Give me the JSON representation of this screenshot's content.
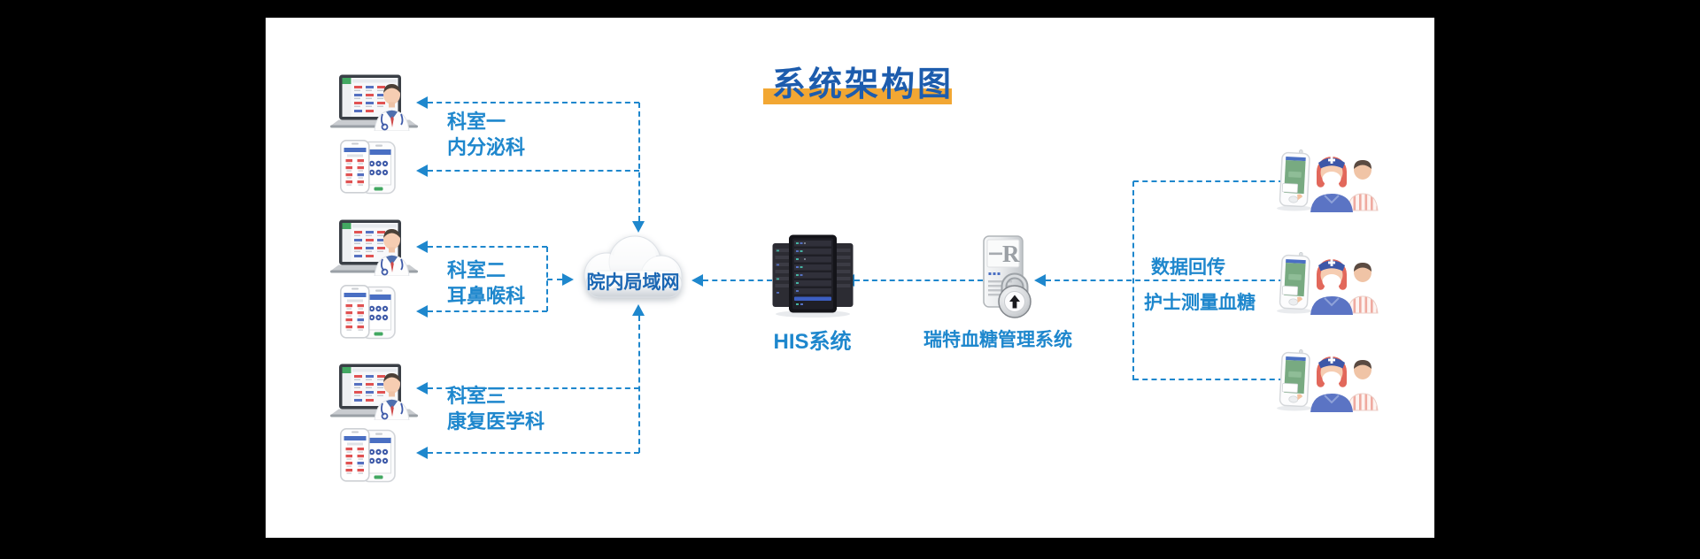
{
  "diagram": {
    "title": "系统架构图",
    "departments": [
      {
        "name": "科室一",
        "specialty": "内分泌科"
      },
      {
        "name": "科室二",
        "specialty": "耳鼻喉科"
      },
      {
        "name": "科室三",
        "specialty": "康复医学科"
      }
    ],
    "network": {
      "label": "院内局域网"
    },
    "his": {
      "label": "HIS系统"
    },
    "glucose_system": {
      "label": "瑞特血糖管理系统",
      "logo_letter": "R"
    },
    "nursing": {
      "line1": "数据回传",
      "line2": "护士测量血糖"
    },
    "colors": {
      "title_text": "#1d5cad",
      "title_highlight": "#f2a733",
      "label_blue": "#1e87cd",
      "connector_blue": "#1e87cd",
      "canvas": "#ffffff",
      "background": "#000000"
    },
    "icons": {
      "department_workstation": "laptop-doctor-icon",
      "department_handhelds": "phones-icon",
      "network": "cloud-icon",
      "his_server": "server-rack-icon",
      "glucose_server": "locked-server-icon",
      "nursing_group": "nurse-patient-meter-icon"
    }
  }
}
